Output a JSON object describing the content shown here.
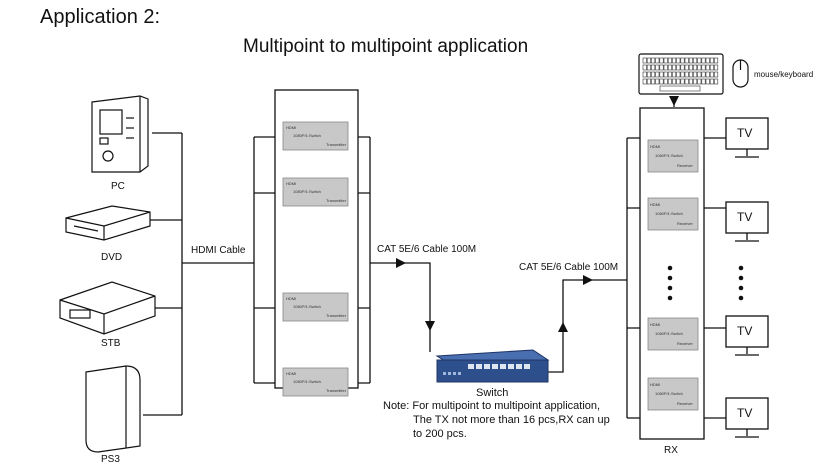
{
  "header": {
    "app_title": "Application 2:",
    "main_title": "Multipoint to multipoint  application"
  },
  "sources": [
    {
      "label": "PC",
      "icon": "pc-tower-icon"
    },
    {
      "label": "DVD",
      "icon": "dvd-player-icon"
    },
    {
      "label": "STB",
      "icon": "set-top-box-icon"
    },
    {
      "label": "PS3",
      "icon": "game-console-icon"
    }
  ],
  "links": {
    "hdmi_label": "HDMI Cable",
    "cat_tx_label": "CAT 5E/6 Cable 100M",
    "cat_rx_label": "CAT 5E/6 Cable 100M"
  },
  "tx_module": {
    "brand": "HDMI",
    "model": "1080P/1:Switch",
    "role": "Transmitter"
  },
  "rx_module": {
    "brand": "HDMI",
    "model": "1080P/1:Switch",
    "role": "Receiver"
  },
  "switch": {
    "label": "Switch"
  },
  "rx": {
    "label": "RX"
  },
  "peripherals": {
    "label": "mouse/keyboard"
  },
  "displays": {
    "tv_label": "TV"
  },
  "note": {
    "line1": "Note: For multipoint to multipoint application,",
    "line2": "The TX not more than 16 pcs,RX can up",
    "line3": "to 200 pcs."
  },
  "colors": {
    "switch_body": "#2d4f8c",
    "module_fill": "#c8c8c8",
    "line": "#111111"
  }
}
